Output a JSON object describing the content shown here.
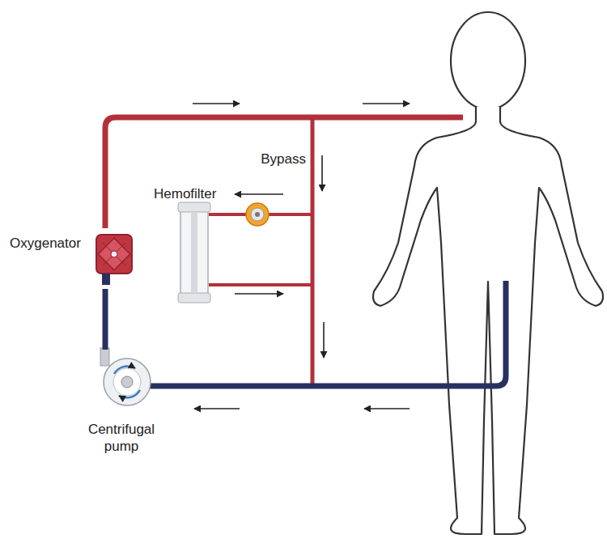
{
  "diagram": {
    "nodes": [
      {
        "text": [
          "Oxygenator"
        ]
      },
      {
        "text": [
          "Hemofilter"
        ]
      },
      {
        "text": [
          "Centrifugal pump"
        ]
      }
    ],
    "edges": [
      {
        "from": 2,
        "to": 0,
        "arrow": "none"
      }
    ],
    "labels": [
      "Bypass"
    ]
  }
}
